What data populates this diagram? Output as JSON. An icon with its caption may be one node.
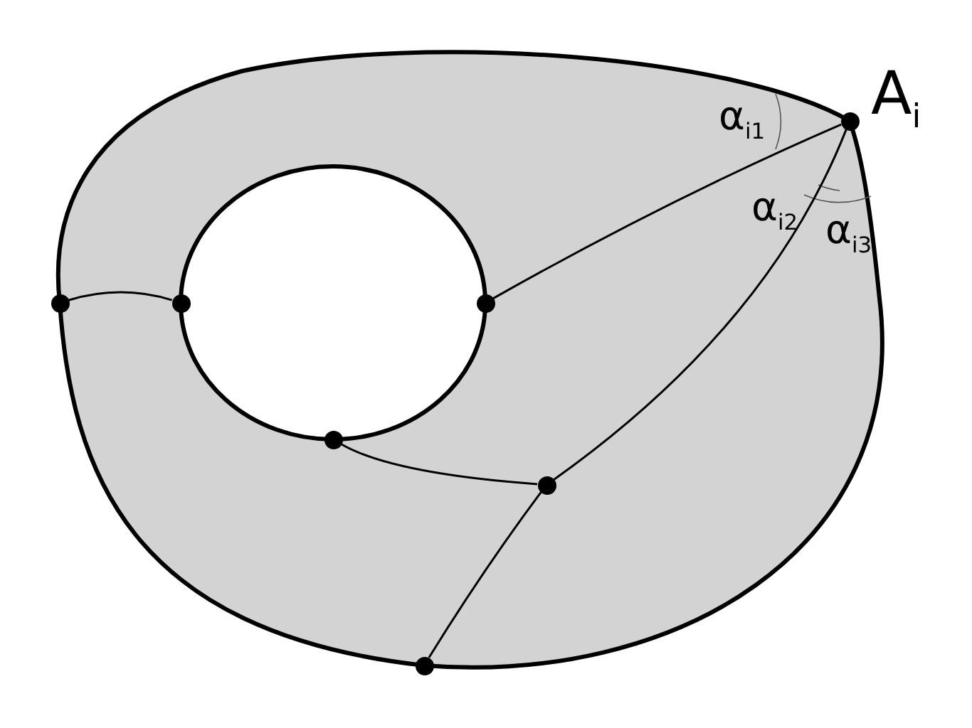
{
  "diagram": {
    "nodes": [
      {
        "text": [],
        "shape": "circle",
        "beside": [
          "A$_{i}$"
        ]
      },
      {
        "text": [],
        "shape": "circle"
      },
      {
        "text": [],
        "shape": "circle"
      },
      {
        "text": [],
        "shape": "circle"
      },
      {
        "text": [],
        "shape": "circle"
      },
      {
        "text": [],
        "shape": "circle"
      },
      {
        "text": [],
        "shape": "circle"
      }
    ],
    "edges": [
      {
        "from": 1,
        "to": 2,
        "arrow": "none"
      },
      {
        "from": 3,
        "to": 0,
        "arrow": "none"
      },
      {
        "from": 5,
        "to": 0,
        "arrow": "none"
      },
      {
        "from": 4,
        "to": 5,
        "arrow": "none"
      },
      {
        "from": 5,
        "to": 6,
        "arrow": "none"
      }
    ],
    "labels": [
      "α$_{i1}$",
      "α$_{i2}$",
      "α$_{i3}$"
    ]
  }
}
